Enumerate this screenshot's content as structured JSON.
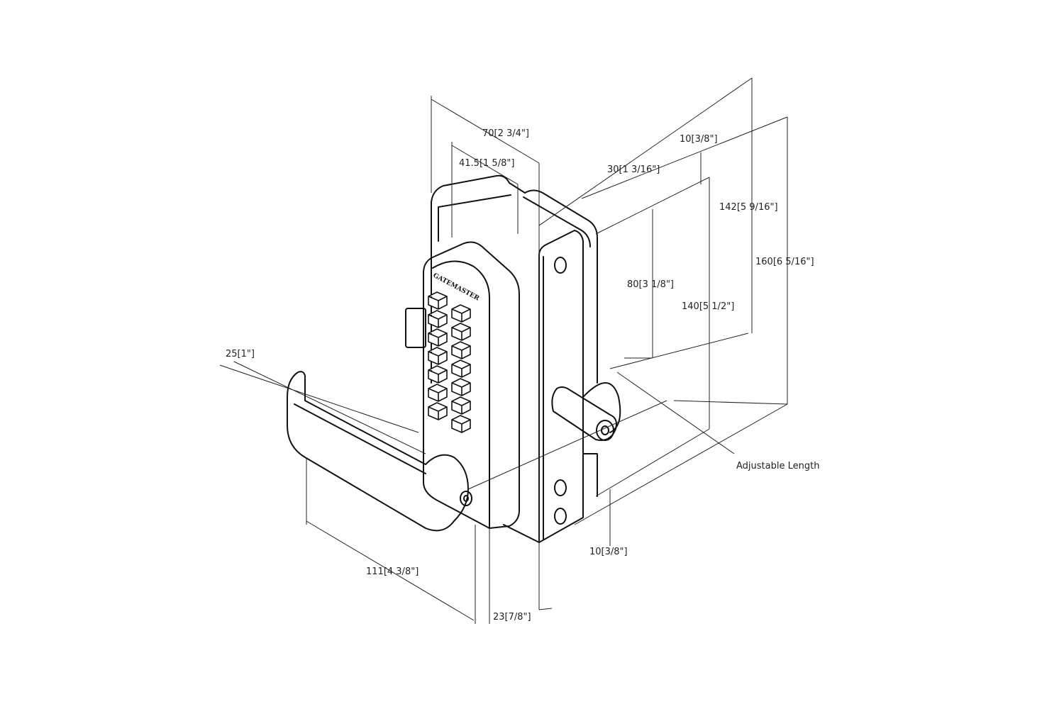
{
  "drawing": {
    "brand": "GATEMASTER",
    "dimensions": {
      "width_total": "70[2 3/4\"]",
      "keypad_width": "41.5[1 5/8\"]",
      "body_depth": "30[1 3/16\"]",
      "top_offset": "10[3/8\"]",
      "height_142": "142[5 9/16\"]",
      "height_160": "160[6 5/16\"]",
      "height_80": "80[3 1/8\"]",
      "height_140": "140[5 1/2\"]",
      "lever_thickness": "25[1\"]",
      "lever_length": "111[4 3/8\"]",
      "plate_thickness": "23[7/8\"]",
      "bottom_offset": "10[3/8\"]",
      "adjustable": "Adjustable Length"
    }
  }
}
